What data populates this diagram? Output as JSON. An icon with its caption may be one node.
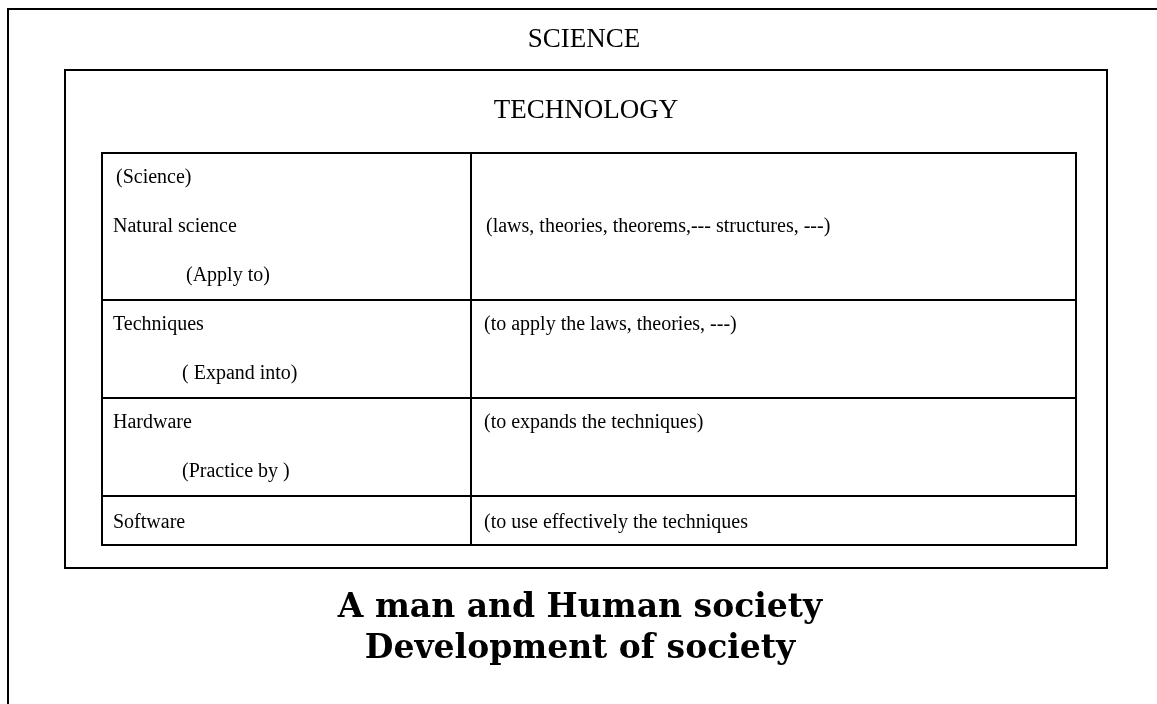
{
  "diagram": {
    "nodes": [
      {
        "text": [
          "SCIENCE",
          "A man and Human society Development of society"
        ]
      },
      {
        "text": [
          "TECHNOLOGY"
        ],
        "in": 0
      },
      {
        "text": [
          "(Science)",
          "Natural science",
          "(Apply to)"
        ],
        "in": 1
      },
      {
        "text": [
          "(laws, theories, theorems,--- structures, ---)"
        ],
        "in": 1
      },
      {
        "text": [
          "Techniques",
          "( Expand into)"
        ],
        "in": 1
      },
      {
        "text": [
          "(to apply the laws, theories, ---)"
        ],
        "in": 1
      },
      {
        "text": [
          "Hardware",
          "(Practice by )"
        ],
        "in": 1
      },
      {
        "text": [
          "(to expands the techniques)"
        ],
        "in": 1
      },
      {
        "text": [
          "Software"
        ],
        "in": 1
      },
      {
        "text": [
          "(to use effectively the techniques"
        ],
        "in": 1
      }
    ],
    "edges": []
  }
}
